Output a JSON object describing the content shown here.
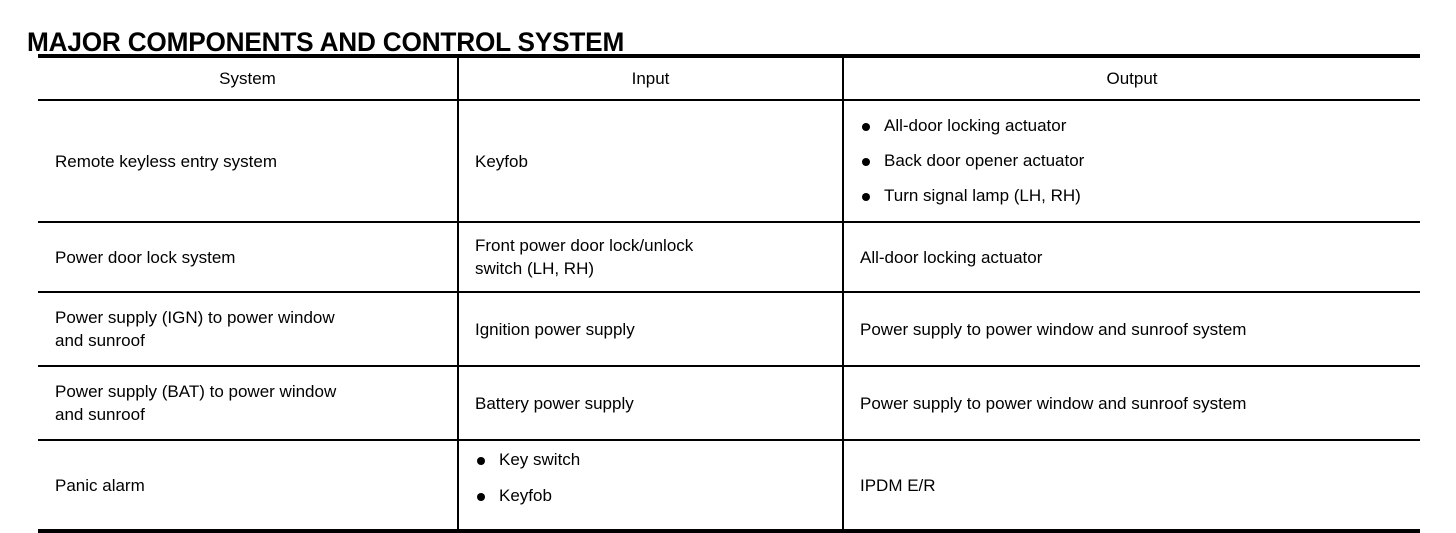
{
  "document": {
    "title": "MAJOR COMPONENTS AND CONTROL SYSTEM"
  },
  "table": {
    "headers": {
      "system": "System",
      "input": "Input",
      "output": "Output"
    },
    "rows": [
      {
        "system": "Remote keyless entry system",
        "input": "Keyfob",
        "output_bullets": [
          "All-door locking actuator",
          "Back door opener actuator",
          "Turn signal lamp (LH, RH)"
        ]
      },
      {
        "system": "Power door lock system",
        "input_line1": "Front power door lock/unlock",
        "input_line2": "switch (LH, RH)",
        "output": "All-door locking actuator"
      },
      {
        "system_line1": "Power supply (IGN) to power window",
        "system_line2": "and sunroof",
        "input": "Ignition power supply",
        "output": "Power supply to power window and sunroof system"
      },
      {
        "system_line1": "Power supply (BAT) to power window",
        "system_line2": "and sunroof",
        "input": "Battery power supply",
        "output": "Power supply to power window and sunroof system"
      },
      {
        "system": "Panic alarm",
        "input_bullets": [
          "Key switch",
          "Keyfob"
        ],
        "output": "IPDM E/R"
      }
    ]
  },
  "style": {
    "text_color": "#000000",
    "background_color": "#ffffff",
    "rule_color": "#000000"
  }
}
